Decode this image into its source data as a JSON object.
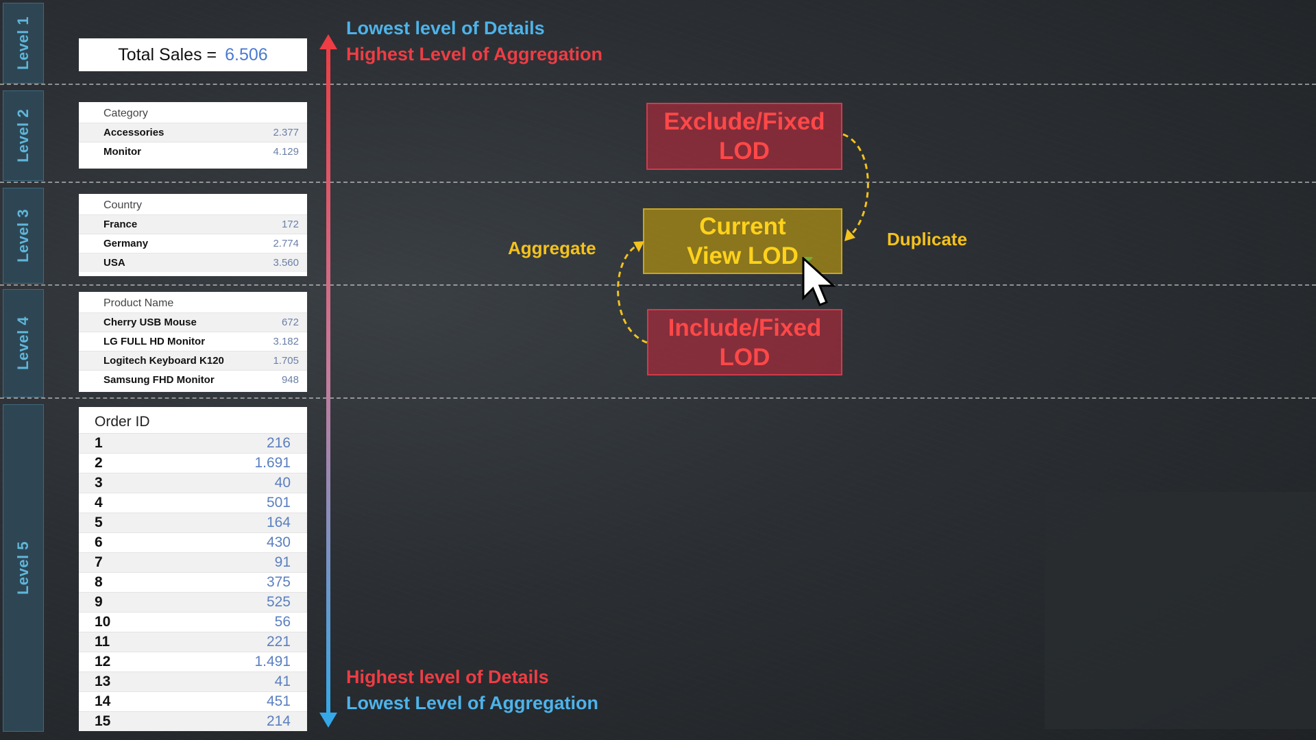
{
  "levels": [
    "Level 1",
    "Level 2",
    "Level 3",
    "Level 4",
    "Level 5"
  ],
  "total": {
    "label": "Total Sales =",
    "value": "6.506"
  },
  "category": {
    "header": "Category",
    "rows": [
      {
        "k": "Accessories",
        "v": "2.377"
      },
      {
        "k": "Monitor",
        "v": "4.129"
      }
    ]
  },
  "country": {
    "header": "Country",
    "rows": [
      {
        "k": "France",
        "v": "172"
      },
      {
        "k": "Germany",
        "v": "2.774"
      },
      {
        "k": "USA",
        "v": "3.560"
      }
    ]
  },
  "product": {
    "header": "Product Name",
    "rows": [
      {
        "k": "Cherry USB Mouse",
        "v": "672"
      },
      {
        "k": "LG FULL HD Monitor",
        "v": "3.182"
      },
      {
        "k": "Logitech Keyboard K120",
        "v": "1.705"
      },
      {
        "k": "Samsung FHD Monitor",
        "v": "948"
      }
    ]
  },
  "orders": {
    "header": "Order ID",
    "rows": [
      {
        "k": "1",
        "v": "216"
      },
      {
        "k": "2",
        "v": "1.691"
      },
      {
        "k": "3",
        "v": "40"
      },
      {
        "k": "4",
        "v": "501"
      },
      {
        "k": "5",
        "v": "164"
      },
      {
        "k": "6",
        "v": "430"
      },
      {
        "k": "7",
        "v": "91"
      },
      {
        "k": "8",
        "v": "375"
      },
      {
        "k": "9",
        "v": "525"
      },
      {
        "k": "10",
        "v": "56"
      },
      {
        "k": "11",
        "v": "221"
      },
      {
        "k": "12",
        "v": "1.491"
      },
      {
        "k": "13",
        "v": "41"
      },
      {
        "k": "14",
        "v": "451"
      },
      {
        "k": "15",
        "v": "214"
      }
    ]
  },
  "labels": {
    "top_blue": "Lowest level of Details",
    "top_red": "Highest Level of Aggregation",
    "bottom_red": "Highest level of Details",
    "bottom_blue": "Lowest Level of Aggregation",
    "aggregate": "Aggregate",
    "duplicate": "Duplicate"
  },
  "boxes": {
    "exclude": [
      "Exclude/Fixed",
      "LOD"
    ],
    "current": [
      "Current",
      "View LOD"
    ],
    "include": [
      "Include/Fixed",
      "LOD"
    ]
  },
  "colors": {
    "blue": "#4db3ea",
    "red": "#ee3d44",
    "gold": "#f4c21c",
    "box_red": "#d23a4c",
    "box_yellow": "#caa525"
  }
}
